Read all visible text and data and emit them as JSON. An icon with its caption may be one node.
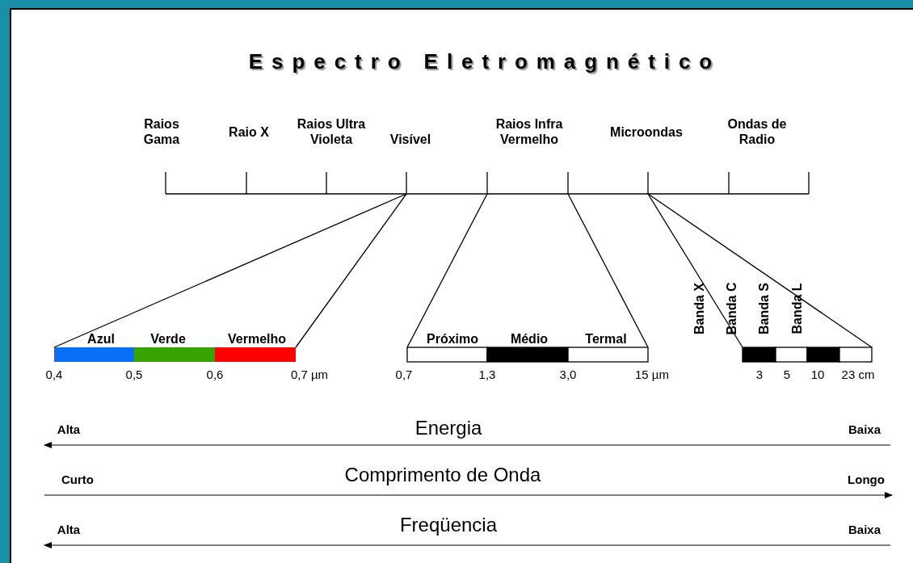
{
  "diagram": {
    "title": "Espectro Eletromagnético",
    "labels": [
      "Raios Gama",
      "Raio X",
      "Raios Ultra Violeta",
      "Visível",
      "Raios Infra Vermelho",
      "Microondas",
      "Ondas de Radio",
      "Banda X",
      "Banda C",
      "Banda S",
      "Banda L",
      "Azul",
      "Verde",
      "Vermelho",
      "Próximo",
      "Médio",
      "Termal",
      "0,4",
      "0,5",
      "0,6",
      "0,7 µm",
      "0,7",
      "1,3",
      "3,0",
      "15 µm",
      "3",
      "5",
      "10",
      "23 cm",
      "Alta",
      "Energia",
      "Baixa",
      "Curto",
      "Comprimento de Onda",
      "Longo",
      "Alta",
      "Freqüencia",
      "Baixa"
    ]
  }
}
